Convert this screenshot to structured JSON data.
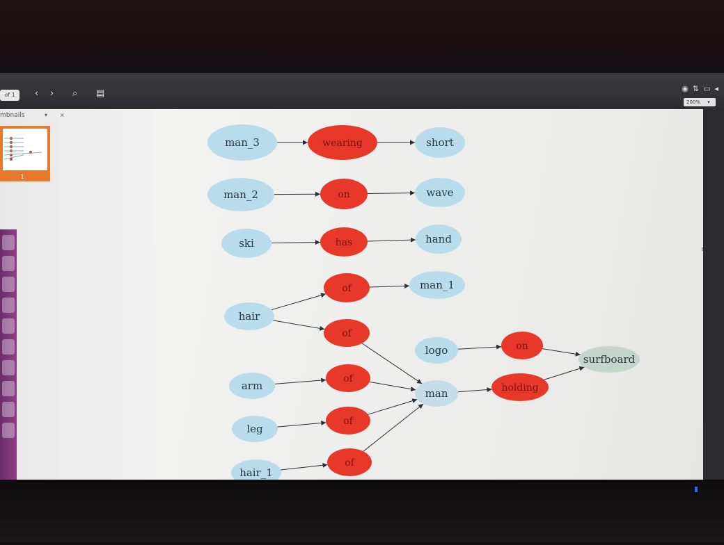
{
  "toolbar": {
    "page_indicator": "of 1",
    "back_icon": "chevron-left-icon",
    "forward_icon": "chevron-right-icon",
    "search_icon": "search-icon",
    "bookmark_icon": "bookmark-icon",
    "zoom_level": "200%"
  },
  "sidebar": {
    "title": "mbnails",
    "dropdown_glyph": "▾",
    "close_glyph": "×",
    "thumbnail_page": "1"
  },
  "graph": {
    "colors": {
      "entity": "#b9dcec",
      "relation": "#e8382a",
      "man_node": "#c5dde6",
      "surfboard": "#c4d6cc"
    },
    "nodes": [
      {
        "id": "man_3",
        "label": "man_3",
        "kind": "entity"
      },
      {
        "id": "wearing",
        "label": "wearing",
        "kind": "relation"
      },
      {
        "id": "short",
        "label": "short",
        "kind": "entity"
      },
      {
        "id": "man_2",
        "label": "man_2",
        "kind": "entity"
      },
      {
        "id": "on1",
        "label": "on",
        "kind": "relation"
      },
      {
        "id": "wave",
        "label": "wave",
        "kind": "entity"
      },
      {
        "id": "ski",
        "label": "ski",
        "kind": "entity"
      },
      {
        "id": "has",
        "label": "has",
        "kind": "relation"
      },
      {
        "id": "hand",
        "label": "hand",
        "kind": "entity"
      },
      {
        "id": "of1",
        "label": "of",
        "kind": "relation"
      },
      {
        "id": "man_1",
        "label": "man_1",
        "kind": "entity"
      },
      {
        "id": "hair",
        "label": "hair",
        "kind": "entity"
      },
      {
        "id": "of2",
        "label": "of",
        "kind": "relation"
      },
      {
        "id": "logo",
        "label": "logo",
        "kind": "entity"
      },
      {
        "id": "on2",
        "label": "on",
        "kind": "relation"
      },
      {
        "id": "surfboard",
        "label": "surfboard",
        "kind": "entity"
      },
      {
        "id": "arm",
        "label": "arm",
        "kind": "entity"
      },
      {
        "id": "of3",
        "label": "of",
        "kind": "relation"
      },
      {
        "id": "man",
        "label": "man",
        "kind": "entity"
      },
      {
        "id": "holding",
        "label": "holding",
        "kind": "relation"
      },
      {
        "id": "leg",
        "label": "leg",
        "kind": "entity"
      },
      {
        "id": "of4",
        "label": "of",
        "kind": "relation"
      },
      {
        "id": "hair_1",
        "label": "hair_1",
        "kind": "entity"
      },
      {
        "id": "of5",
        "label": "of",
        "kind": "relation"
      }
    ],
    "edges": [
      [
        "man_3",
        "wearing"
      ],
      [
        "wearing",
        "short"
      ],
      [
        "man_2",
        "on1"
      ],
      [
        "on1",
        "wave"
      ],
      [
        "ski",
        "has"
      ],
      [
        "has",
        "hand"
      ],
      [
        "hair",
        "of1"
      ],
      [
        "of1",
        "man_1"
      ],
      [
        "hair",
        "of2"
      ],
      [
        "of2",
        "man"
      ],
      [
        "logo",
        "on2"
      ],
      [
        "on2",
        "surfboard"
      ],
      [
        "arm",
        "of3"
      ],
      [
        "of3",
        "man"
      ],
      [
        "man",
        "holding"
      ],
      [
        "holding",
        "surfboard"
      ],
      [
        "leg",
        "of4"
      ],
      [
        "of4",
        "man"
      ],
      [
        "hair_1",
        "of5"
      ],
      [
        "of5",
        "man"
      ]
    ]
  }
}
